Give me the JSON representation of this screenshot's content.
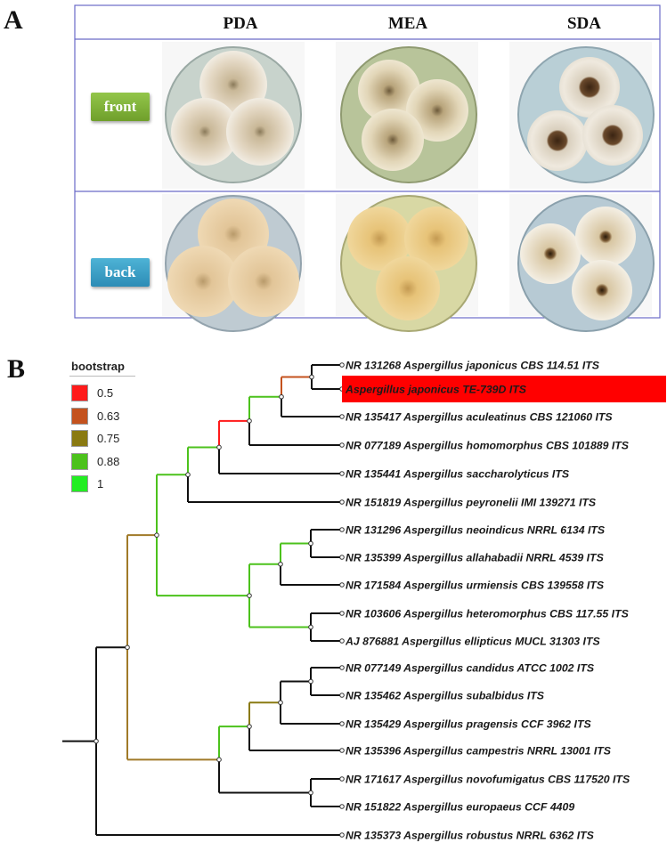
{
  "panel_a": {
    "letter": "A",
    "columns": [
      "PDA",
      "MEA",
      "SDA"
    ],
    "rows": [
      "front",
      "back"
    ],
    "colors": {
      "frame": "#6a6ac8",
      "front_button": "#80b13a",
      "back_button": "#3aa0c8"
    }
  },
  "panel_b": {
    "letter": "B",
    "legend": {
      "title": "bootstrap",
      "entries": [
        {
          "label": "0.5",
          "color": "#ff1a1a"
        },
        {
          "label": "0.63",
          "color": "#c4521e"
        },
        {
          "label": "0.75",
          "color": "#8a7a12"
        },
        {
          "label": "0.88",
          "color": "#4cc21c"
        },
        {
          "label": "1",
          "color": "#22ee22"
        }
      ]
    },
    "taxa": [
      {
        "label": "NR 131268 Aspergillus japonicus CBS 114.51 ITS"
      },
      {
        "label": "Aspergillus japonicus TE-739D ITS",
        "highlight": true
      },
      {
        "label": "NR 135417 Aspergillus aculeatinus CBS 121060 ITS"
      },
      {
        "label": "NR 077189 Aspergillus homomorphus CBS 101889 ITS"
      },
      {
        "label": "NR 135441 Aspergillus saccharolyticus ITS"
      },
      {
        "label": "NR 151819 Aspergillus peyronelii IMI 139271 ITS"
      },
      {
        "label": "NR 131296 Aspergillus neoindicus NRRL 6134 ITS"
      },
      {
        "label": "NR 135399 Aspergillus allahabadii NRRL 4539 ITS"
      },
      {
        "label": "NR 171584 Aspergillus urmiensis CBS 139558 ITS"
      },
      {
        "label": "NR 103606 Aspergillus heteromorphus CBS 117.55 ITS"
      },
      {
        "label": "AJ 876881 Aspergillus ellipticus MUCL 31303 ITS"
      },
      {
        "label": "NR 077149 Aspergillus candidus ATCC 1002 ITS"
      },
      {
        "label": "NR 135462 Aspergillus subalbidus ITS"
      },
      {
        "label": "NR 135429 Aspergillus pragensis CCF 3962 ITS"
      },
      {
        "label": "NR 135396 Aspergillus campestris NRRL 13001 ITS"
      },
      {
        "label": "NR 171617 Aspergillus novofumigatus CBS 117520 ITS"
      },
      {
        "label": "NR 151822 Aspergillus europaeus CCF 4409"
      },
      {
        "label": "NR 135373 Aspergillus robustus NRRL 6362 ITS"
      }
    ],
    "highlight_color": "#ff0000"
  }
}
